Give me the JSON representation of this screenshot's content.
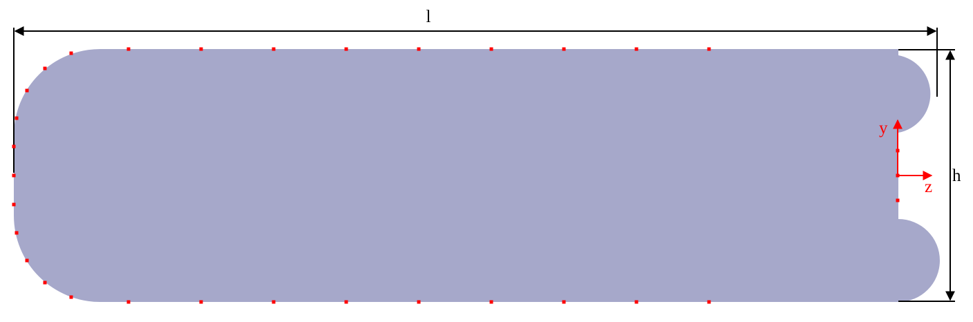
{
  "diagram": {
    "fill_color": "#a6a8ca",
    "point_color": "#ff0000",
    "dimension_color": "#000000",
    "axis_color": "#ff0000",
    "dimensions": {
      "length_label": "l",
      "height_label": "h"
    },
    "axes": {
      "y_label": "y",
      "z_label": "z"
    }
  }
}
